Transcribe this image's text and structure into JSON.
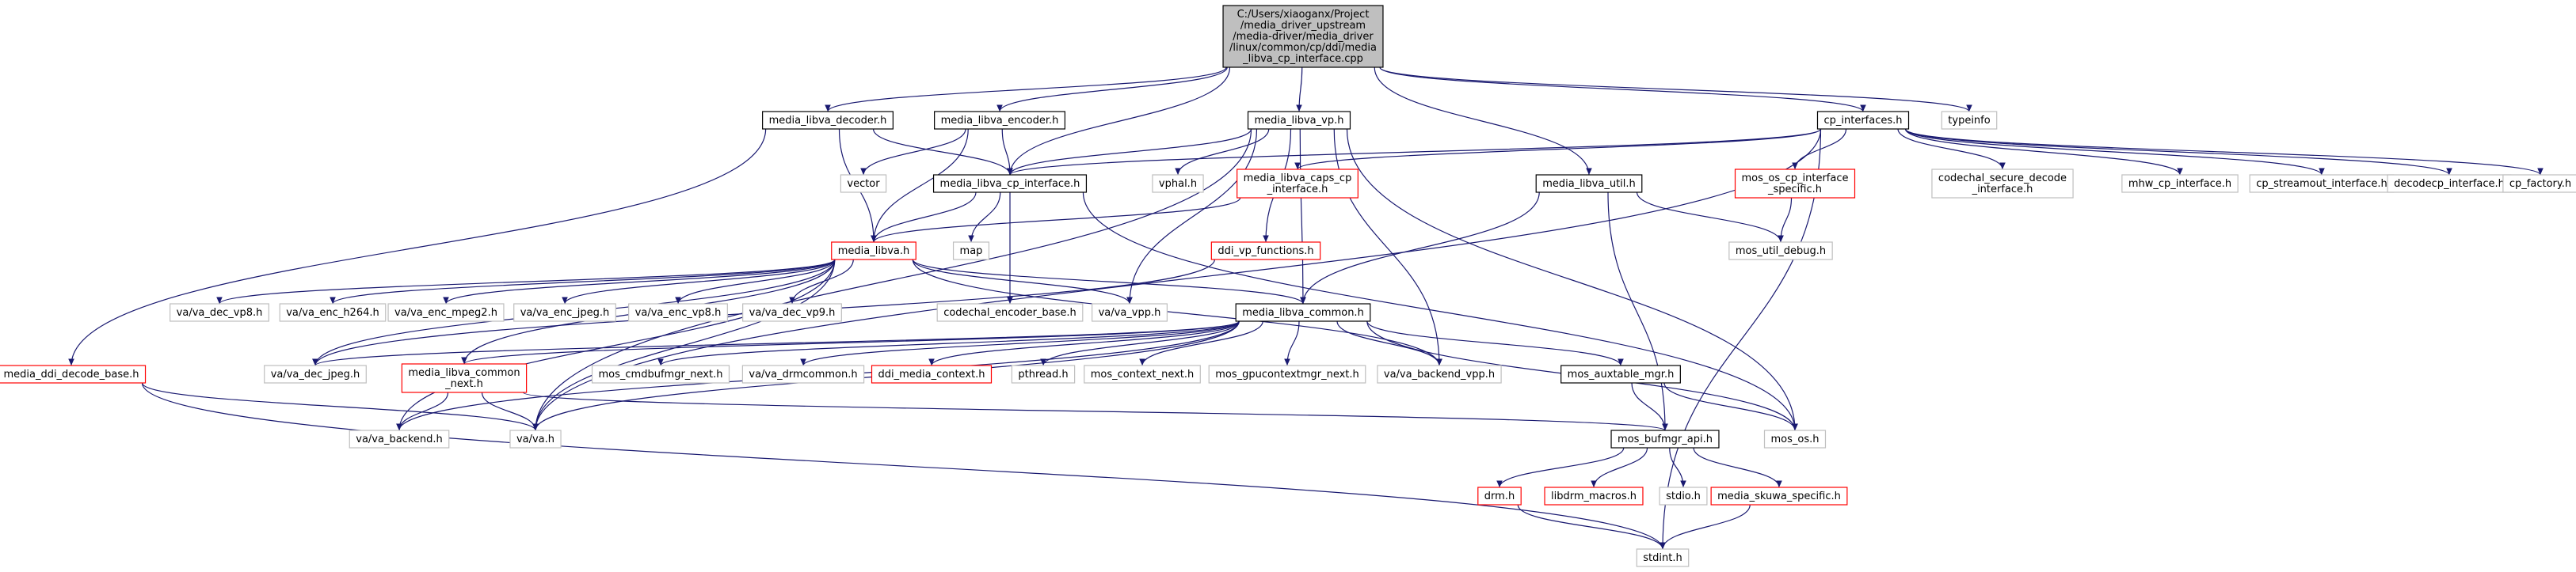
{
  "colors": {
    "root_fill": "#bfbfbf",
    "edge": "#191970",
    "border_documented": "#000000",
    "border_undocumented": "#bfbfbf",
    "border_truncated": "#ff0000"
  },
  "nodes": [
    {
      "id": "root",
      "label": "C:/Users/xiaoganx/Project\n/media_driver_upstream\n/media-driver/media_driver\n/linux/common/cp/ddi/media\n_libva_cp_interface.cpp",
      "style": "root"
    },
    {
      "id": "decoder",
      "label": "media_libva_decoder.h",
      "style": "black"
    },
    {
      "id": "encoder",
      "label": "media_libva_encoder.h",
      "style": "black"
    },
    {
      "id": "vp",
      "label": "media_libva_vp.h",
      "style": "black"
    },
    {
      "id": "cpif",
      "label": "cp_interfaces.h",
      "style": "black"
    },
    {
      "id": "typeinfo",
      "label": "typeinfo",
      "style": "gray"
    },
    {
      "id": "vector",
      "label": "vector",
      "style": "gray"
    },
    {
      "id": "vphal",
      "label": "vphal.h",
      "style": "gray"
    },
    {
      "id": "cpinterface",
      "label": "media_libva_cp_interface.h",
      "style": "black"
    },
    {
      "id": "caps",
      "label": "media_libva_caps_cp\n_interface.h",
      "style": "red"
    },
    {
      "id": "util",
      "label": "media_libva_util.h",
      "style": "black"
    },
    {
      "id": "mosos_cp",
      "label": "mos_os_cp_interface\n_specific.h",
      "style": "red"
    },
    {
      "id": "codechal_sec",
      "label": "codechal_secure_decode\n_interface.h",
      "style": "gray"
    },
    {
      "id": "mhwcp",
      "label": "mhw_cp_interface.h",
      "style": "gray"
    },
    {
      "id": "streamout",
      "label": "cp_streamout_interface.h",
      "style": "gray"
    },
    {
      "id": "decodecp",
      "label": "decodecp_interface.h",
      "style": "gray"
    },
    {
      "id": "cpfactory",
      "label": "cp_factory.h",
      "style": "gray"
    },
    {
      "id": "map",
      "label": "map",
      "style": "gray"
    },
    {
      "id": "libva",
      "label": "media_libva.h",
      "style": "red"
    },
    {
      "id": "ddivp",
      "label": "ddi_vp_functions.h",
      "style": "red"
    },
    {
      "id": "mosutildebug",
      "label": "mos_util_debug.h",
      "style": "gray"
    },
    {
      "id": "decvp8",
      "label": "va/va_dec_vp8.h",
      "style": "gray"
    },
    {
      "id": "ench264",
      "label": "va/va_enc_h264.h",
      "style": "gray"
    },
    {
      "id": "encmpeg2",
      "label": "va/va_enc_mpeg2.h",
      "style": "gray"
    },
    {
      "id": "encjpeg",
      "label": "va/va_enc_jpeg.h",
      "style": "gray"
    },
    {
      "id": "encvp8",
      "label": "va/va_enc_vp8.h",
      "style": "gray"
    },
    {
      "id": "decvp9",
      "label": "va/va_dec_vp9.h",
      "style": "gray"
    },
    {
      "id": "codechalenc",
      "label": "codechal_encoder_base.h",
      "style": "gray"
    },
    {
      "id": "vavpp",
      "label": "va/va_vpp.h",
      "style": "gray"
    },
    {
      "id": "common",
      "label": "media_libva_common.h",
      "style": "black"
    },
    {
      "id": "ddidecbase",
      "label": "media_ddi_decode_base.h",
      "style": "red"
    },
    {
      "id": "decjpeg",
      "label": "va/va_dec_jpeg.h",
      "style": "gray"
    },
    {
      "id": "commonnext",
      "label": "media_libva_common\n_next.h",
      "style": "red"
    },
    {
      "id": "cmdbuf",
      "label": "mos_cmdbufmgr_next.h",
      "style": "gray"
    },
    {
      "id": "drmcommon",
      "label": "va/va_drmcommon.h",
      "style": "gray"
    },
    {
      "id": "ddimedia",
      "label": "ddi_media_context.h",
      "style": "red"
    },
    {
      "id": "pthread",
      "label": "pthread.h",
      "style": "gray"
    },
    {
      "id": "ctxnext",
      "label": "mos_context_next.h",
      "style": "gray"
    },
    {
      "id": "gpuctx",
      "label": "mos_gpucontextmgr_next.h",
      "style": "gray"
    },
    {
      "id": "backendvpp",
      "label": "va/va_backend_vpp.h",
      "style": "gray"
    },
    {
      "id": "auxtable",
      "label": "mos_auxtable_mgr.h",
      "style": "black"
    },
    {
      "id": "mosos",
      "label": "mos_os.h",
      "style": "gray"
    },
    {
      "id": "backend",
      "label": "va/va_backend.h",
      "style": "gray"
    },
    {
      "id": "vah",
      "label": "va/va.h",
      "style": "gray"
    },
    {
      "id": "bufmgr",
      "label": "mos_bufmgr_api.h",
      "style": "black"
    },
    {
      "id": "drm",
      "label": "drm.h",
      "style": "red"
    },
    {
      "id": "libdrm",
      "label": "libdrm_macros.h",
      "style": "red"
    },
    {
      "id": "stdio",
      "label": "stdio.h",
      "style": "gray"
    },
    {
      "id": "skuwa",
      "label": "media_skuwa_specific.h",
      "style": "red"
    },
    {
      "id": "stdint",
      "label": "stdint.h",
      "style": "gray"
    }
  ],
  "edges": [
    [
      "root",
      "decoder"
    ],
    [
      "root",
      "encoder"
    ],
    [
      "root",
      "vp"
    ],
    [
      "root",
      "cpif"
    ],
    [
      "root",
      "typeinfo"
    ],
    [
      "root",
      "cpinterface"
    ],
    [
      "root",
      "util"
    ],
    [
      "decoder",
      "cpinterface"
    ],
    [
      "decoder",
      "libva"
    ],
    [
      "decoder",
      "ddidecbase"
    ],
    [
      "encoder",
      "vector"
    ],
    [
      "encoder",
      "cpinterface"
    ],
    [
      "encoder",
      "libva"
    ],
    [
      "vp",
      "vphal"
    ],
    [
      "vp",
      "cpinterface"
    ],
    [
      "vp",
      "ddivp"
    ],
    [
      "vp",
      "common"
    ],
    [
      "vp",
      "vavpp"
    ],
    [
      "vp",
      "backendvpp"
    ],
    [
      "vp",
      "vah"
    ],
    [
      "vp",
      "mosos"
    ],
    [
      "cpif",
      "cpinterface"
    ],
    [
      "cpif",
      "caps"
    ],
    [
      "cpif",
      "mosos_cp"
    ],
    [
      "cpif",
      "codechal_sec"
    ],
    [
      "cpif",
      "mhwcp"
    ],
    [
      "cpif",
      "streamout"
    ],
    [
      "cpif",
      "decodecp"
    ],
    [
      "cpif",
      "cpfactory"
    ],
    [
      "cpif",
      "vah"
    ],
    [
      "cpif",
      "stdint"
    ],
    [
      "cpinterface",
      "map"
    ],
    [
      "cpinterface",
      "libva"
    ],
    [
      "cpinterface",
      "codechalenc"
    ],
    [
      "cpinterface",
      "mosos"
    ],
    [
      "caps",
      "libva"
    ],
    [
      "util",
      "common"
    ],
    [
      "util",
      "mosutildebug"
    ],
    [
      "util",
      "bufmgr"
    ],
    [
      "mosos_cp",
      "mosutildebug"
    ],
    [
      "ddivp",
      "decjpeg"
    ],
    [
      "libva",
      "decvp8"
    ],
    [
      "libva",
      "ench264"
    ],
    [
      "libva",
      "encmpeg2"
    ],
    [
      "libva",
      "encjpeg"
    ],
    [
      "libva",
      "encvp8"
    ],
    [
      "libva",
      "decvp9"
    ],
    [
      "libva",
      "vavpp"
    ],
    [
      "libva",
      "common"
    ],
    [
      "libva",
      "decjpeg"
    ],
    [
      "libva",
      "commonnext"
    ],
    [
      "libva",
      "backendvpp"
    ],
    [
      "libva",
      "backend"
    ],
    [
      "libva",
      "vah"
    ],
    [
      "common",
      "decjpeg"
    ],
    [
      "common",
      "commonnext"
    ],
    [
      "common",
      "cmdbuf"
    ],
    [
      "common",
      "drmcommon"
    ],
    [
      "common",
      "ddimedia"
    ],
    [
      "common",
      "pthread"
    ],
    [
      "common",
      "ctxnext"
    ],
    [
      "common",
      "gpuctx"
    ],
    [
      "common",
      "backendvpp"
    ],
    [
      "common",
      "auxtable"
    ],
    [
      "common",
      "mosos"
    ],
    [
      "common",
      "backend"
    ],
    [
      "common",
      "vah"
    ],
    [
      "ddidecbase",
      "vah"
    ],
    [
      "ddidecbase",
      "stdint"
    ],
    [
      "commonnext",
      "backend"
    ],
    [
      "commonnext",
      "vah"
    ],
    [
      "commonnext",
      "bufmgr"
    ],
    [
      "auxtable",
      "bufmgr"
    ],
    [
      "auxtable",
      "mosos"
    ],
    [
      "bufmgr",
      "drm"
    ],
    [
      "bufmgr",
      "libdrm"
    ],
    [
      "bufmgr",
      "stdio"
    ],
    [
      "bufmgr",
      "skuwa"
    ],
    [
      "drm",
      "stdint"
    ],
    [
      "skuwa",
      "stdint"
    ]
  ]
}
